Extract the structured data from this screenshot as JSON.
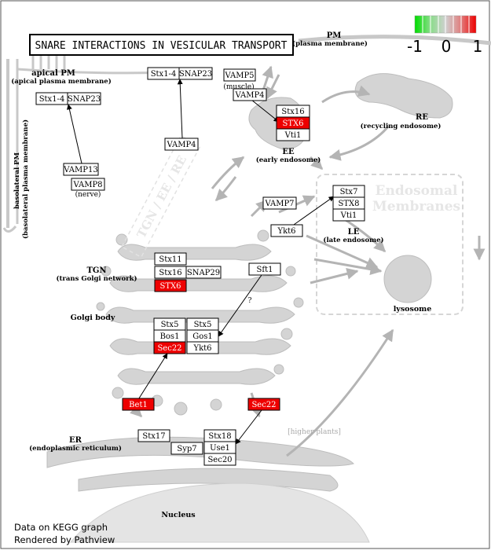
{
  "title": "SNARE INTERACTIONS IN VESICULAR TRANSPORT",
  "legend": {
    "min": "-1",
    "mid": "0",
    "max": "1",
    "low_color": "#00cc00",
    "mid_color": "#cccccc",
    "high_color": "#ee0000"
  },
  "compartments": {
    "pm": "PM",
    "pm_full": "(plasma membrane)",
    "apical_pm": "apical PM",
    "apical_pm_full": "(apical plasma membrane)",
    "basolateral_pm": "basolateral PM",
    "basolateral_pm_full": "(basolateral plasma membrane)",
    "re": "RE",
    "re_full": "(recycling endosome)",
    "ee": "EE",
    "ee_full": "(early endosome)",
    "le": "LE",
    "le_full": "(late endosome)",
    "lysosome": "lysosome",
    "tgn": "TGN",
    "tgn_full": "(trans Golgi network)",
    "golgi": "Golgi body",
    "er": "ER",
    "er_full": "(endoplasmic reticulum)",
    "nucleus": "Nucleus",
    "endosomal_1": "Endosomal",
    "endosomal_2": "Membranes",
    "tgn_watermark": "TGN / EE / RE"
  },
  "notes": {
    "muscle": "(muscle)",
    "nerve": "(nerve)",
    "higher_plants": "[higher plants]",
    "question": "?"
  },
  "genes": {
    "stx14_apical": "Stx1-4",
    "snap23_apical": "SNAP23",
    "stx14_top": "Stx1-4",
    "snap23_top": "SNAP23",
    "vamp5": "VAMP5",
    "vamp4_pm": "VAMP4",
    "stx16_ee": "Stx16",
    "stx6_ee": "STX6",
    "vti1_ee": "Vti1",
    "vamp4_mid": "VAMP4",
    "vamp13": "VAMP13",
    "vamp8": "VAMP8",
    "vamp7": "VAMP7",
    "stx7": "Stx7",
    "stx8": "STX8",
    "vti1_le": "Vti1",
    "ykt6_le": "Ykt6",
    "stx11": "Stx11",
    "stx16_tgn": "Stx16",
    "stx6_tgn": "STX6",
    "snap29": "SNAP29",
    "sft1": "Sft1",
    "stx5_a": "Stx5",
    "bos1": "Bos1",
    "sec22_golgi": "Sec22",
    "stx5_b": "Stx5",
    "gos1": "Gos1",
    "ykt6_golgi": "Ykt6",
    "bet1": "Bet1",
    "sec22_er": "Sec22",
    "stx17": "Stx17",
    "syp7": "Syp7",
    "stx18": "Stx18",
    "use1": "Use1",
    "sec20": "Sec20"
  },
  "footer": {
    "line1": "Data on KEGG graph",
    "line2": "Rendered by Pathview"
  }
}
